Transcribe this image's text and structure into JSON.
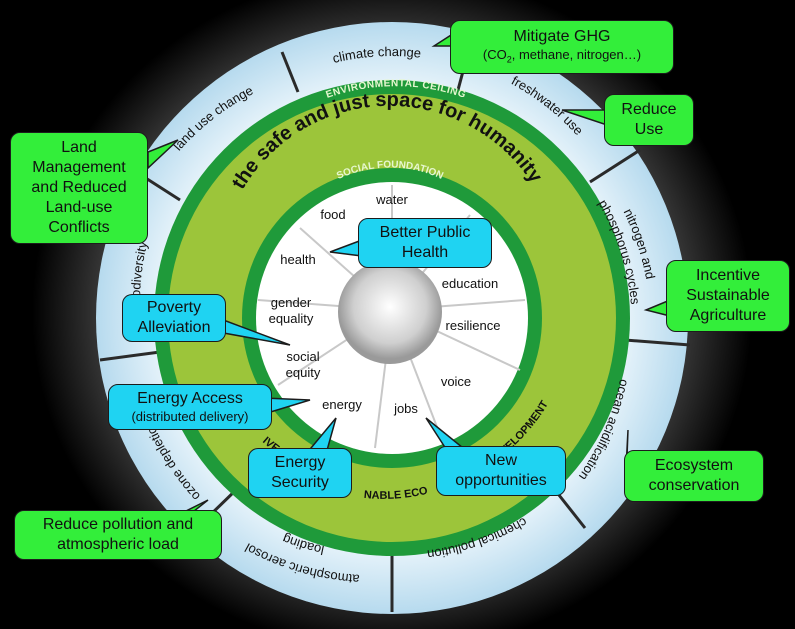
{
  "center_title": "the safe and just space for humanity",
  "rings": {
    "outer_label": "ENVIRONMENTAL CEILING",
    "inner_label": "SOCIAL FOUNDATION",
    "bottom_label_fragment": "NABLE ECO",
    "right_label_fragment": "VELOPMENT",
    "left_label_fragment": "IVE"
  },
  "environmental_boundaries": {
    "climate_change": "climate change",
    "freshwater_use": "freshwater use",
    "nitrogen_phosphorus": [
      "nitrogen and",
      "phosphorus cycles"
    ],
    "ocean_acidification": "ocean acidification",
    "chemical_pollution": "chemical pollution",
    "atmospheric_aerosol": [
      "atmospheric aerosol",
      "loading"
    ],
    "ozone_depletion": "ozone depletion",
    "biodiversity_loss": "biodiversity",
    "land_use_change": "land use change"
  },
  "social_dimensions": {
    "water": "water",
    "food": "food",
    "health": "health",
    "gender_equality": [
      "gender",
      "equality"
    ],
    "social_equity": [
      "social",
      "equity"
    ],
    "energy": "energy",
    "jobs": "jobs",
    "voice": "voice",
    "resilience": "resilience",
    "education": "education"
  },
  "callouts": {
    "mitigate_ghg": {
      "title": "Mitigate GHG",
      "sub_prefix": "(CO",
      "sub_subscript": "2",
      "sub_suffix": ", methane, nitrogen…)"
    },
    "reduce_use": [
      "Reduce",
      "Use"
    ],
    "land_management": [
      "Land",
      "Management",
      "and Reduced",
      "Land-use",
      "Conflicts"
    ],
    "incentive_agriculture": [
      "Incentive",
      "Sustainable",
      "Agriculture"
    ],
    "ecosystem_conservation": [
      "Ecosystem",
      "conservation"
    ],
    "reduce_pollution": [
      "Reduce pollution and",
      "atmospheric load"
    ],
    "better_public_health": [
      "Better Public",
      "Health"
    ],
    "poverty_alleviation": [
      "Poverty",
      "Alleviation"
    ],
    "energy_access": {
      "title": "Energy Access",
      "sub": "(distributed delivery)"
    },
    "energy_security": [
      "Energy",
      "Security"
    ],
    "new_opportunities": [
      "New",
      "opportunities"
    ]
  },
  "colors": {
    "background": "#000000",
    "outer_ring": "#d6ecf7",
    "dark_green": "#1f9a3a",
    "lime": "#9cc53a",
    "inner_white": "#ffffff",
    "callout_green": "#33ee3a",
    "callout_cyan": "#1fd3f2"
  }
}
